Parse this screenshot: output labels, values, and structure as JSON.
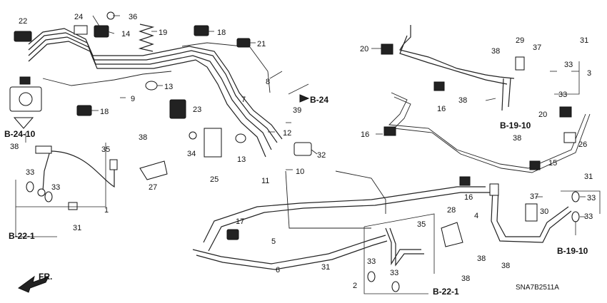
{
  "callouts": {
    "c1": "1",
    "c2": "2",
    "c3": "3",
    "c4": "4",
    "c5": "5",
    "c6": "6",
    "c7": "7",
    "c8": "8",
    "c9": "9",
    "c10": "10",
    "c11": "11",
    "c12": "12",
    "c13a": "13",
    "c13b": "13",
    "c14": "14",
    "c15a": "35",
    "c15": "15",
    "c16a": "16",
    "c16b": "16",
    "c16c": "16",
    "c17": "17",
    "c18a": "18",
    "c18b": "18",
    "c19": "19",
    "c20a": "20",
    "c20b": "20",
    "c21": "21",
    "c22": "22",
    "c23": "23",
    "c24": "24",
    "c25": "25",
    "c26": "26",
    "c27": "27",
    "c28": "28",
    "c29": "29",
    "c30": "30",
    "c31a": "31",
    "c31b": "31",
    "c31c": "31",
    "c31d": "31",
    "c32": "32",
    "c33a": "33",
    "c33b": "33",
    "c33c": "33",
    "c33d": "33",
    "c33e": "33",
    "c33f": "33",
    "c33g": "33",
    "c33h": "33",
    "c34": "34",
    "c35b": "35",
    "c36": "36",
    "c37a": "37",
    "c37b": "37",
    "c38a": "38",
    "c38b": "38",
    "c38c": "38",
    "c38d": "38",
    "c38e": "38",
    "c38f": "38",
    "c38g": "38",
    "c38h": "38",
    "c39": "39"
  },
  "refs": {
    "b24": "B-24",
    "b2410": "B-24-10",
    "b221a": "B-22-1",
    "b221b": "B-22-1",
    "b1910a": "B-19-10",
    "b1910b": "B-19-10"
  },
  "front_label": "FR.",
  "diagram_code": "SNA7B2511A"
}
